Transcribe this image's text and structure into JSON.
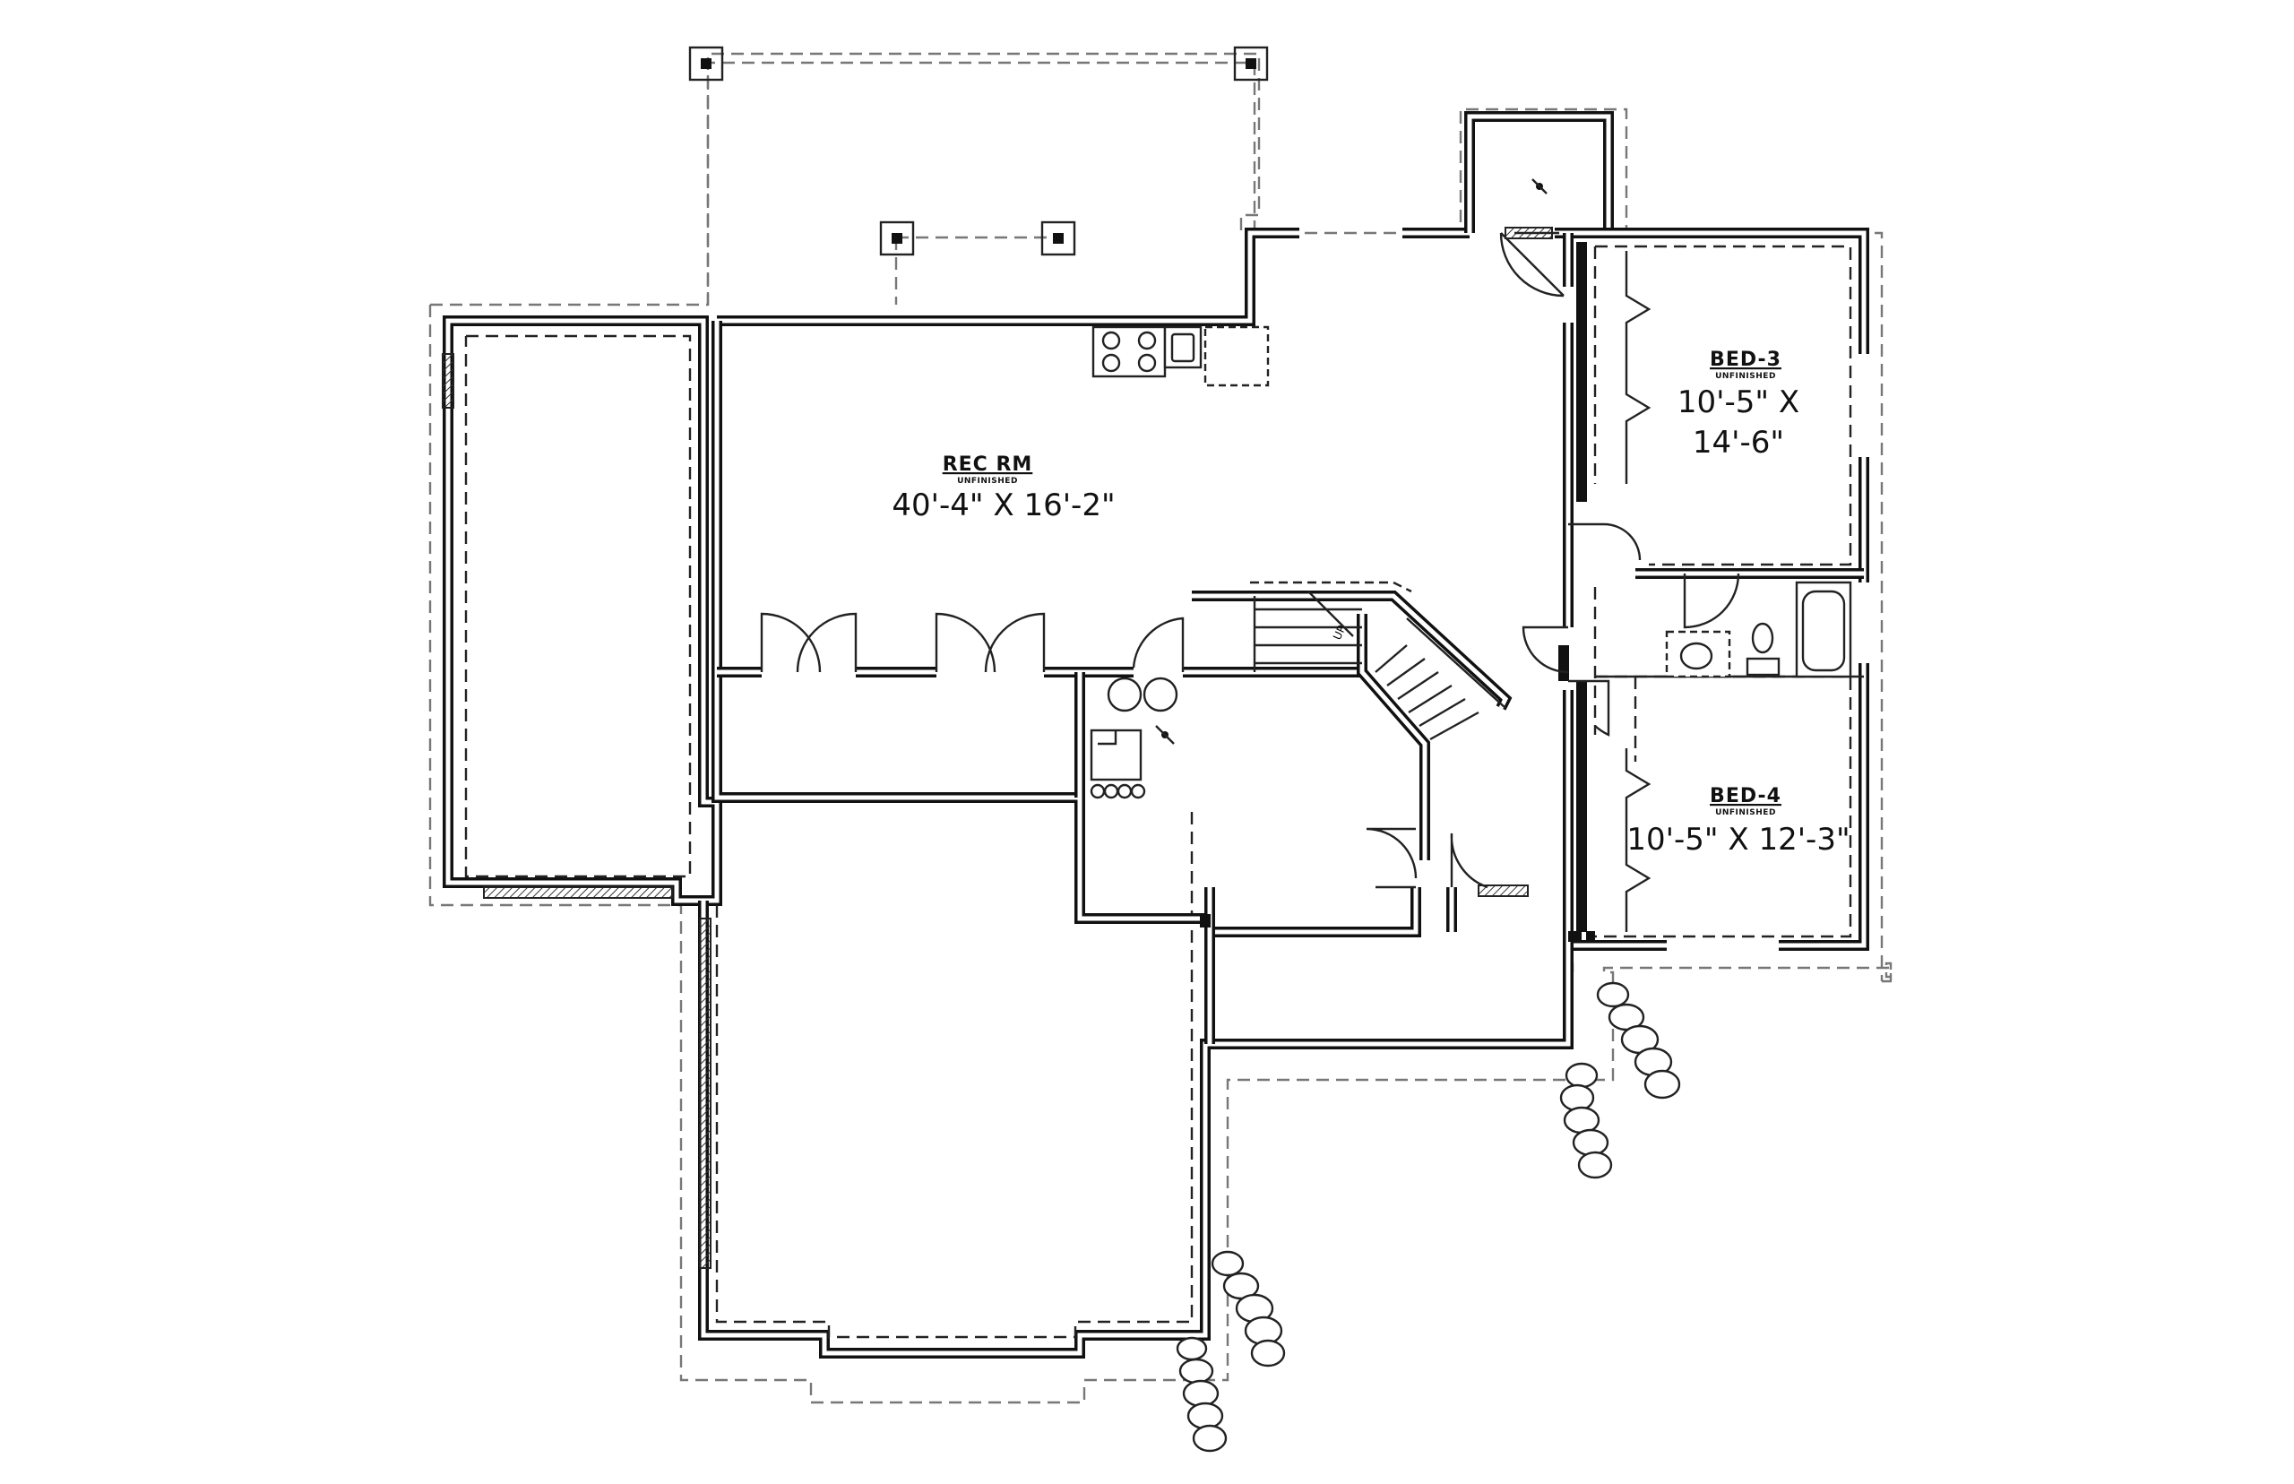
{
  "rooms": {
    "rec_rm": {
      "name": "REC RM",
      "status": "UNFINISHED",
      "dims": "40'-4\" X 16'-2\""
    },
    "bed_3": {
      "name": "BED-3",
      "status": "UNFINISHED",
      "dims_line1": "10'-5\" X",
      "dims_line2": "14'-6\""
    },
    "bed_4": {
      "name": "BED-4",
      "status": "UNFINISHED",
      "dims": "10'-5\" X 12'-3\""
    }
  },
  "stair": {
    "direction_label": "UP"
  }
}
